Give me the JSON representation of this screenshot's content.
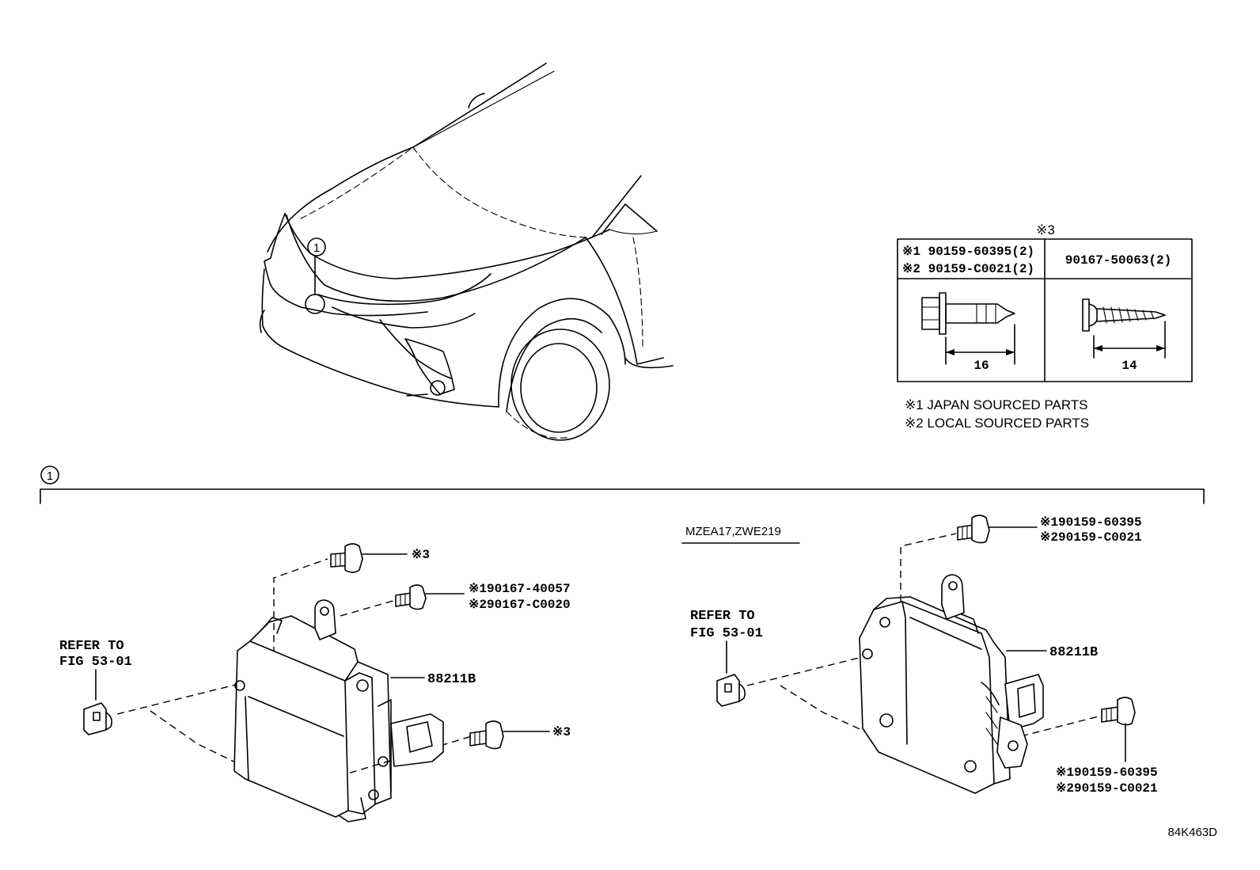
{
  "callout": "1",
  "section_marker": "1",
  "spec_table": {
    "header": "※3",
    "col1_line1": "※1 90159-60395(2)",
    "col1_line2": "※2 90159-C0021(2)",
    "col2_line1": "90167-50063(2)",
    "dim_left": "16",
    "dim_right": "14"
  },
  "notes": {
    "note1": "※1 JAPAN SOURCED PARTS",
    "note2": "※2 LOCAL SOURCED PARTS"
  },
  "left_view": {
    "refer_line1": "REFER TO",
    "refer_line2": "FIG 53-01",
    "bolt_top": "※3",
    "bolt_mid_line1": "※190167-40057",
    "bolt_mid_line2": "※290167-C0020",
    "part_label": "88211B",
    "bolt_bottom": "※3"
  },
  "right_view": {
    "model": "MZEA17,ZWE219",
    "refer_line1": "REFER TO",
    "refer_line2": "FIG 53-01",
    "bolt_top_line1": "※190159-60395",
    "bolt_top_line2": "※290159-C0021",
    "part_label": "88211B",
    "bolt_bottom_line1": "※190159-60395",
    "bolt_bottom_line2": "※290159-C0021"
  },
  "figure_code": "84K463D"
}
